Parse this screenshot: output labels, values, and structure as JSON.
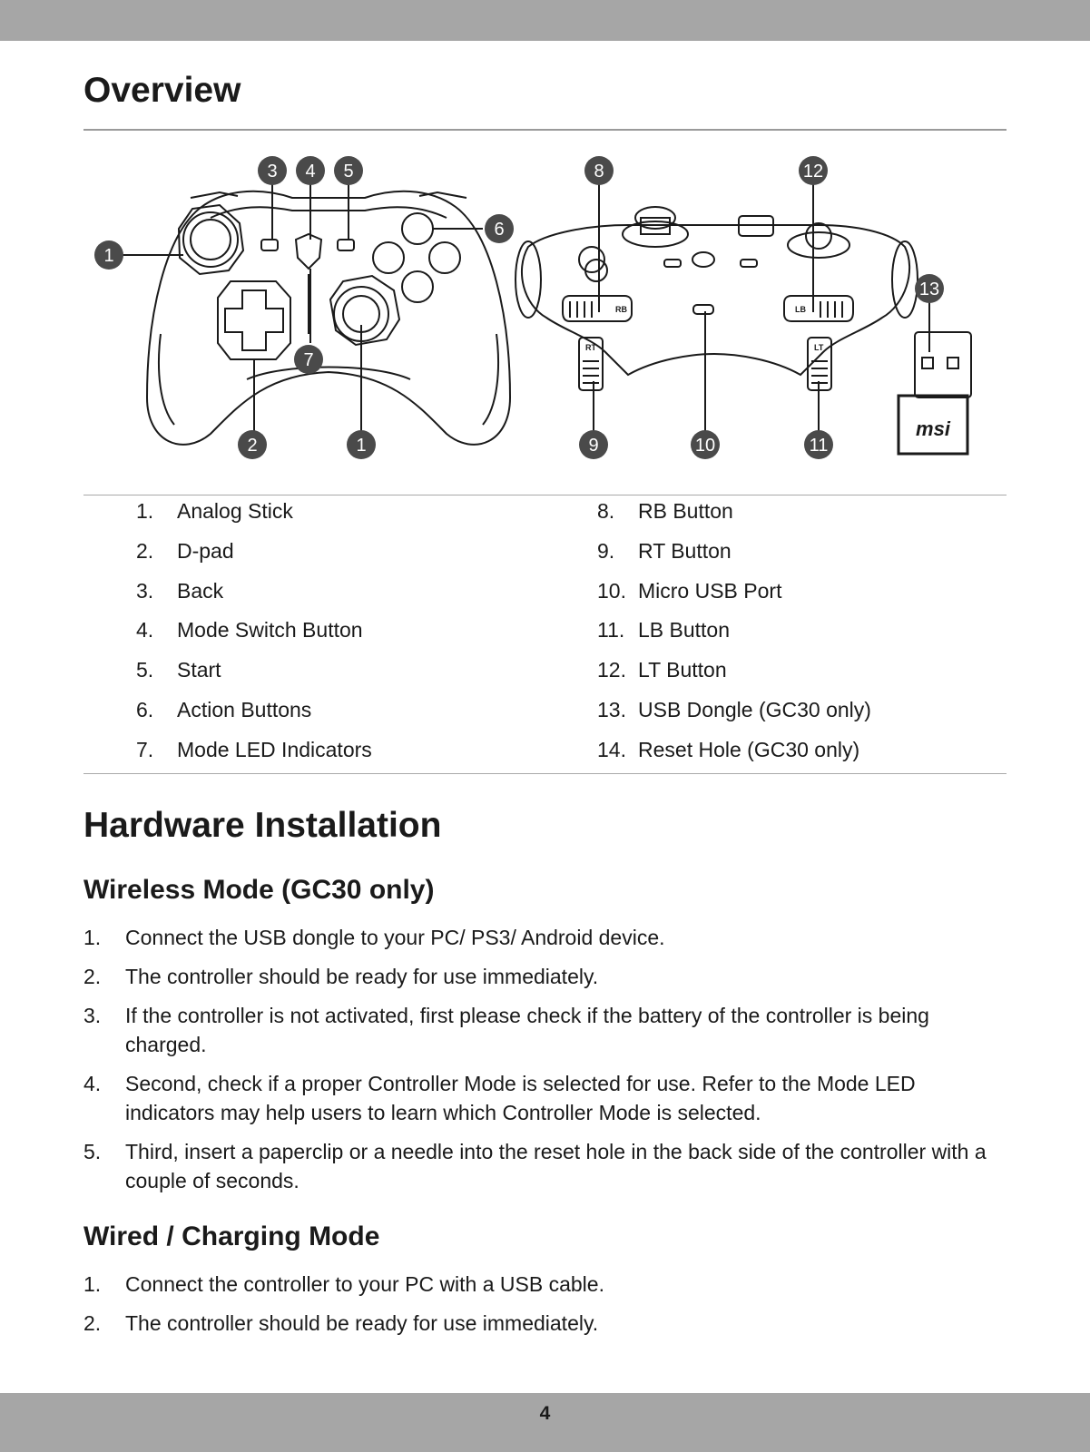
{
  "overview": {
    "title": "Overview",
    "callouts": [
      "1",
      "2",
      "3",
      "4",
      "5",
      "6",
      "7",
      "8",
      "9",
      "10",
      "11",
      "12",
      "13"
    ],
    "diagram_text": {
      "rb": "RB",
      "lb": "LB",
      "rt": "RT",
      "lt": "LT",
      "brand": "msi"
    },
    "parts_left": [
      {
        "num": "1.",
        "label": "Analog Stick"
      },
      {
        "num": "2.",
        "label": "D-pad"
      },
      {
        "num": "3.",
        "label": "Back"
      },
      {
        "num": "4.",
        "label": "Mode Switch Button"
      },
      {
        "num": "5.",
        "label": "Start"
      },
      {
        "num": "6.",
        "label": "Action Buttons"
      },
      {
        "num": "7.",
        "label": "Mode LED Indicators"
      }
    ],
    "parts_right": [
      {
        "num": "8.",
        "label": "RB Button"
      },
      {
        "num": "9.",
        "label": "RT Button"
      },
      {
        "num": "10.",
        "label": "Micro USB Port"
      },
      {
        "num": "11.",
        "label": "LB Button"
      },
      {
        "num": "12.",
        "label": "LT Button"
      },
      {
        "num": "13.",
        "label": "USB Dongle (GC30 only)"
      },
      {
        "num": "14.",
        "label": "Reset Hole (GC30 only)"
      }
    ]
  },
  "hardware": {
    "title": "Hardware Installation",
    "wireless": {
      "title": "Wireless Mode (GC30 only)",
      "steps": [
        {
          "num": "1.",
          "text": "Connect the USB dongle to your PC/ PS3/ Android device."
        },
        {
          "num": "2.",
          "text": "The controller should be ready for use immediately."
        },
        {
          "num": "3.",
          "text": "If the controller is not activated, first please check if the battery of the controller is being charged."
        },
        {
          "num": "4.",
          "text": "Second, check if a proper Controller Mode is selected for use. Refer to the Mode LED indicators may help users to learn which Controller Mode is selected."
        },
        {
          "num": "5.",
          "text": "Third, insert a paperclip or a needle into the reset hole in the back side of the controller with a couple of seconds."
        }
      ]
    },
    "wired": {
      "title": "Wired / Charging Mode",
      "steps": [
        {
          "num": "1.",
          "text": "Connect the controller to your PC with a USB cable."
        },
        {
          "num": "2.",
          "text": "The controller should be ready for use immediately."
        }
      ]
    }
  },
  "footer": {
    "page_number": "4"
  }
}
